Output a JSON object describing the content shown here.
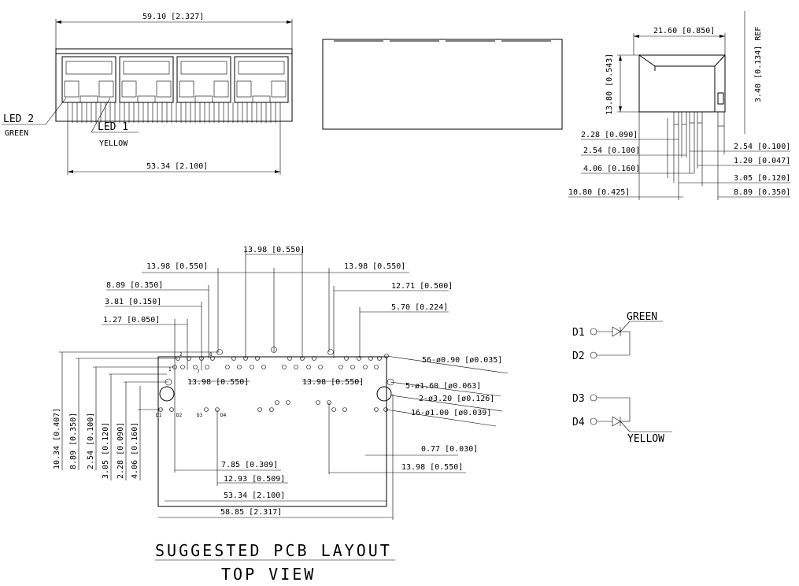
{
  "front": {
    "overall_width": "59.10 [2.327]",
    "pin_span": "53.34 [2.100]",
    "led2_label": "LED 2",
    "led2_color": "GREEN",
    "led1_label": "LED 1",
    "led1_color": "YELLOW"
  },
  "side": {
    "depth": "21.60 [0.850]",
    "height": "13.80 [0.543]",
    "ref": "3.40 [0.134] REF",
    "l1": "2.28 [0.090]",
    "l2": "2.54 [0.100]",
    "l3": "4.06 [0.160]",
    "l4": "10.80 [0.425]",
    "r1": "2.54 [0.100]",
    "r2": "1.20 [0.047]",
    "r3": "3.05 [0.120]",
    "r4": "8.89 [0.350]"
  },
  "pcb": {
    "top_mid": "13.98 [0.550]",
    "top_left": "13.98 [0.550]",
    "top_right": "13.98 [0.550]",
    "d_889": "8.89 [0.350]",
    "d_381": "3.81 [0.150]",
    "d_127": "1.27 [0.050]",
    "d_1271": "12.71 [0.500]",
    "d_570": "5.70 [0.224]",
    "holes1": "56-ø0.90 [ø0.035]",
    "holes2": "5-ø1.60 [ø0.063]",
    "holes3": "2-ø3.20 [ø0.126]",
    "holes4": "16-ø1.00 [ø0.039]",
    "inner_left": "13.98 [0.550]",
    "inner_right": "13.98 [0.550]",
    "v1": "10.34 [0.407]",
    "v2": "8.89 [0.350]",
    "v3": "2.54 [0.100]",
    "v4": "3.05 [0.120]",
    "v5": "2.28 [0.090]",
    "v6": "4.06 [0.160]",
    "b_785": "7.85 [0.309]",
    "b_1293": "12.93 [0.509]",
    "b_5334": "53.34 [2.100]",
    "b_5885": "58.85 [2.317]",
    "b_077": "0.77 [0.030]",
    "b_1398": "13.98 [0.550]"
  },
  "schematic": {
    "d1": "D1",
    "d2": "D2",
    "d3": "D3",
    "d4": "D4",
    "green": "GREEN",
    "yellow": "YELLOW"
  },
  "caption": {
    "line1": "SUGGESTED PCB LAYOUT",
    "line2": "TOP VIEW"
  }
}
